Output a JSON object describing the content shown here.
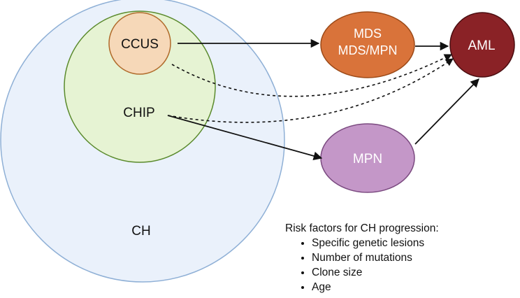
{
  "nodes": {
    "ch": {
      "label": "CH",
      "fill": "#eaf1fb",
      "stroke": "#8fb0d6"
    },
    "chip": {
      "label": "CHIP",
      "fill": "#e6f3d3",
      "stroke": "#5a8a2c"
    },
    "ccus": {
      "label": "CCUS",
      "fill": "#f6d8b8",
      "stroke": "#b06a2a"
    },
    "mds": {
      "line1": "MDS",
      "line2": "MDS/MPN",
      "fill": "#d9733a",
      "stroke": "#9c4a18"
    },
    "aml": {
      "label": "AML",
      "fill": "#8a2226",
      "stroke": "#4a0d10"
    },
    "mpn": {
      "label": "MPN",
      "fill": "#c497c8",
      "stroke": "#7b4a80"
    }
  },
  "risk": {
    "title": "Risk factors for CH progression:",
    "items": [
      "Specific genetic lesions",
      "Number of mutations",
      "Clone size",
      "Age"
    ]
  }
}
